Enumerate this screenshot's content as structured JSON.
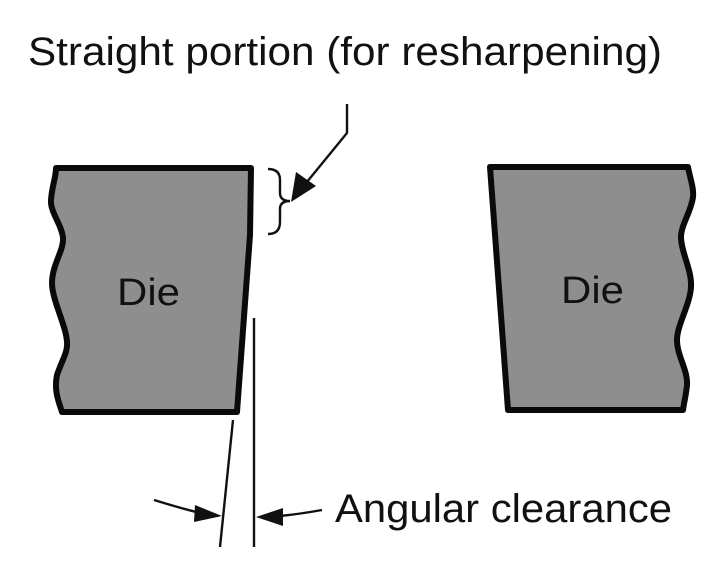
{
  "diagram": {
    "annotations": {
      "straight_portion": "Straight portion (for resharpening)",
      "angular_clearance": "Angular clearance"
    },
    "dies": [
      {
        "label": "Die",
        "side": "left"
      },
      {
        "label": "Die",
        "side": "right"
      }
    ],
    "colors": {
      "die_fill": "#8e8e8e",
      "outline": "#0a0a0a",
      "background": "#ffffff"
    }
  }
}
